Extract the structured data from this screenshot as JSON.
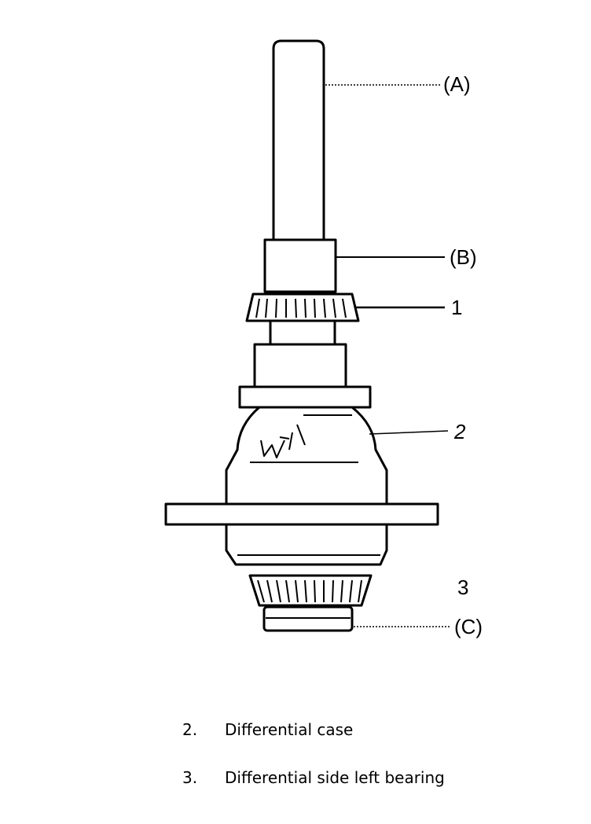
{
  "labels": {
    "a": "(A)",
    "b": "(B)",
    "c": "(C)",
    "one": "1",
    "two": "2",
    "three": "3"
  },
  "legend": [
    {
      "num": "2.",
      "text": "Differential case"
    },
    {
      "num": "3.",
      "text": "Differential side left bearing"
    }
  ]
}
